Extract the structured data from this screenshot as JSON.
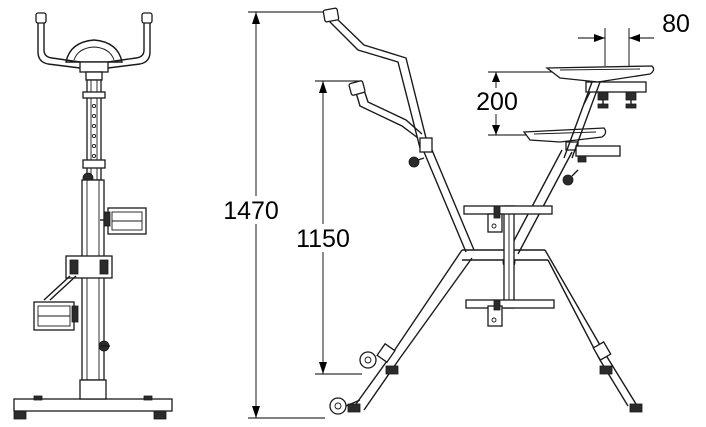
{
  "dimensions": {
    "overall_height": "1470",
    "seat_height": "1150",
    "seat_adjust": "200",
    "seat_offset": "80"
  },
  "colors": {
    "line": "#1a1a1a",
    "background": "#ffffff"
  }
}
